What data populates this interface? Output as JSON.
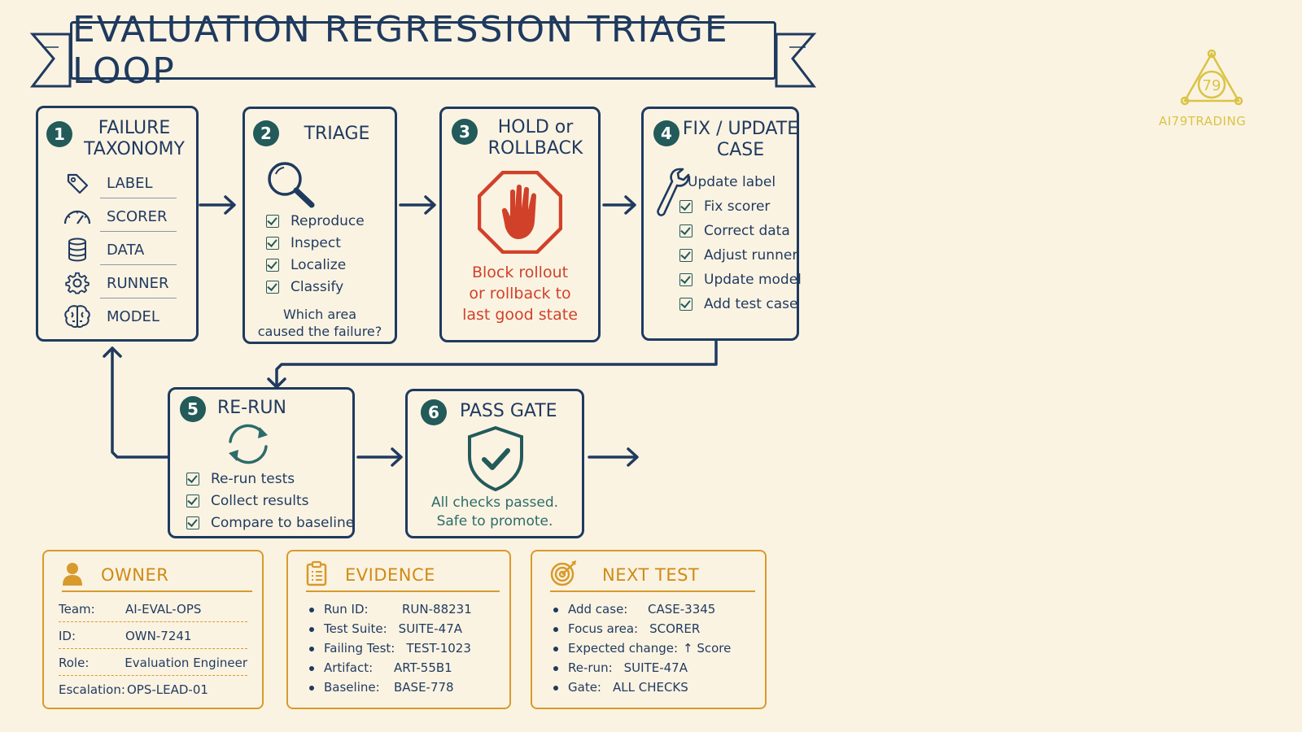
{
  "title": "EVALUATION REGRESSION TRIAGE LOOP",
  "logo": {
    "text": "AI79TRADING",
    "mark": "79"
  },
  "steps": [
    {
      "num": "1",
      "title_line1": "FAILURE",
      "title_line2": "TAXONOMY",
      "items": [
        {
          "icon": "tag-icon",
          "label": "LABEL"
        },
        {
          "icon": "gauge-icon",
          "label": "SCORER"
        },
        {
          "icon": "database-icon",
          "label": "DATA"
        },
        {
          "icon": "gear-icon",
          "label": "RUNNER"
        },
        {
          "icon": "brain-icon",
          "label": "MODEL"
        }
      ]
    },
    {
      "num": "2",
      "title": "TRIAGE",
      "checks": [
        "Reproduce",
        "Inspect",
        "Localize",
        "Classify"
      ],
      "note_line1": "Which area",
      "note_line2": "caused the failure?"
    },
    {
      "num": "3",
      "title_line1": "HOLD or",
      "title_line2": "ROLLBACK",
      "note_line1": "Block rollout",
      "note_line2": "or rollback to",
      "note_line3": "last good state"
    },
    {
      "num": "4",
      "title_line1": "FIX / UPDATE",
      "title_line2": "CASE",
      "checks": [
        "Update label",
        "Fix scorer",
        "Correct data",
        "Adjust runner",
        "Update model",
        "Add test case"
      ]
    },
    {
      "num": "5",
      "title": "RE-RUN",
      "checks": [
        "Re-run tests",
        "Collect results",
        "Compare to baseline"
      ]
    },
    {
      "num": "6",
      "title": "PASS GATE",
      "note_line1": "All checks passed.",
      "note_line2": "Safe to promote."
    }
  ],
  "owner": {
    "title": "OWNER",
    "rows": [
      {
        "k": "Team:",
        "v": "AI-EVAL-OPS"
      },
      {
        "k": "ID:",
        "v": "OWN-7241"
      },
      {
        "k": "Role:",
        "v": "Evaluation Engineer"
      },
      {
        "k": "Escalation:",
        "v": "OPS-LEAD-01"
      }
    ]
  },
  "evidence": {
    "title": "EVIDENCE",
    "rows": [
      {
        "k": "Run ID:",
        "v": "RUN-88231"
      },
      {
        "k": "Test Suite:",
        "v": "SUITE-47A"
      },
      {
        "k": "Failing Test:",
        "v": "TEST-1023"
      },
      {
        "k": "Artifact:",
        "v": "ART-55B1"
      },
      {
        "k": "Baseline:",
        "v": "BASE-778"
      }
    ]
  },
  "next_test": {
    "title": "NEXT TEST",
    "rows": [
      {
        "k": "Add case:",
        "v": "CASE-3345"
      },
      {
        "k": "Focus area:",
        "v": "SCORER"
      },
      {
        "k": "Expected change:",
        "v": "↑ Score"
      },
      {
        "k": "Re-run:",
        "v": "SUITE-47A"
      },
      {
        "k": "Gate:",
        "v": "ALL CHECKS"
      }
    ]
  },
  "colors": {
    "navy": "#1f3a5f",
    "teal": "#235a5a",
    "red": "#d1412a",
    "amber": "#d89a2b"
  }
}
